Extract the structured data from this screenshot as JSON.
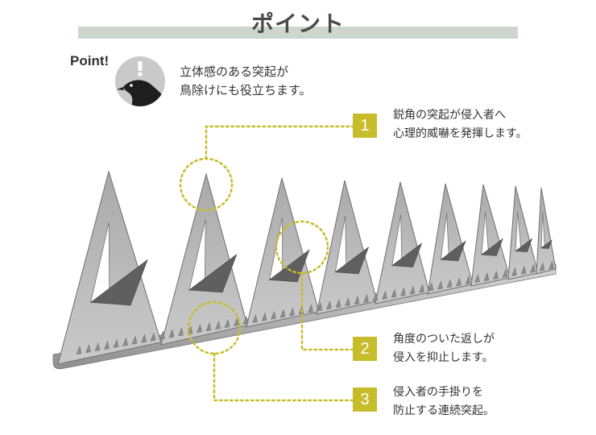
{
  "title": "ポイント",
  "point": {
    "label": "Point!",
    "badge_icon": "crow-icon",
    "line1": "立体感のある突起が",
    "line2": "鳥除けにも役立ちます。"
  },
  "callouts": [
    {
      "number": "1",
      "line1": "鋭角の突起が侵入者へ",
      "line2": "心理的威嚇を発揮します。"
    },
    {
      "number": "2",
      "line1": "角度のついた返しが",
      "line2": "侵入を抑止します。"
    },
    {
      "number": "3",
      "line1": "侵入者の手掛りを",
      "line2": "防止する連続突起。"
    }
  ],
  "colors": {
    "accent": "#c7bc2a",
    "title_bar": "#ccd6cc",
    "metal": "#b3b3b3",
    "metal_shadow": "#5f5f5f"
  }
}
